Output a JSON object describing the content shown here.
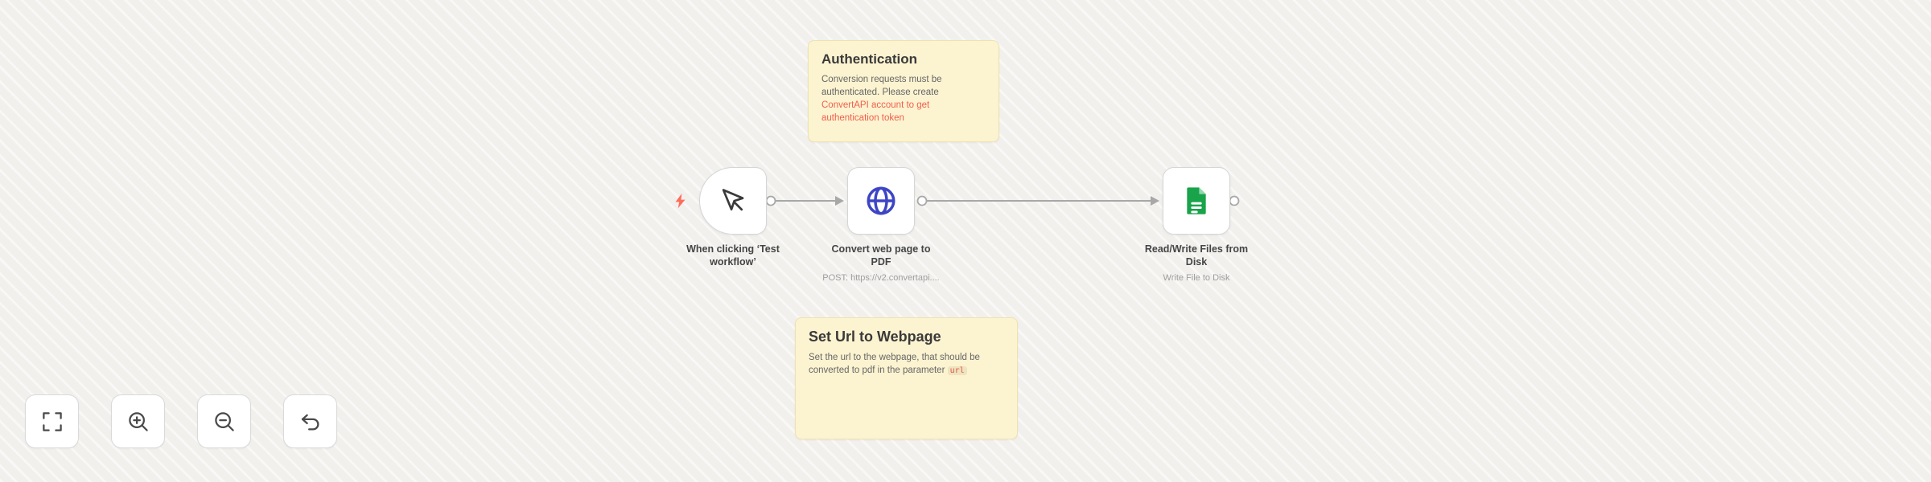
{
  "canvas": {
    "background": "#f1f0ed"
  },
  "colors": {
    "link_red": "#f2604d",
    "bolt_red": "#ff6d5a",
    "globe_blue": "#3d45c5",
    "file_green": "#19a34a",
    "sticky_yellow": "#fcf3d0",
    "connection_gray": "#a8a8a8"
  },
  "sticky_notes": [
    {
      "title": "Authentication",
      "body": "Conversion requests must be authenticated. Please create ",
      "link_text": "ConvertAPI account to get authentication token"
    },
    {
      "title": "Set Url to Webpage",
      "body": "Set the url to the webpage, that should be converted to pdf in the parameter ",
      "code_text": "url"
    }
  ],
  "nodes": [
    {
      "name": "When clicking ‘Test workflow’",
      "subtitle": ""
    },
    {
      "name": "Convert web page to PDF",
      "subtitle": "POST: https://v2.convertapi...."
    },
    {
      "name": "Read/Write Files from Disk",
      "subtitle": "Write File to Disk"
    }
  ],
  "icons": {
    "trigger": "mouse-pointer-icon",
    "convert": "globe-icon",
    "readwrite": "file-document-icon",
    "indicator": "lightning-bolt-icon",
    "controls": [
      "zoom-to-fit-icon",
      "zoom-in-icon",
      "zoom-out-icon",
      "undo-icon"
    ]
  }
}
